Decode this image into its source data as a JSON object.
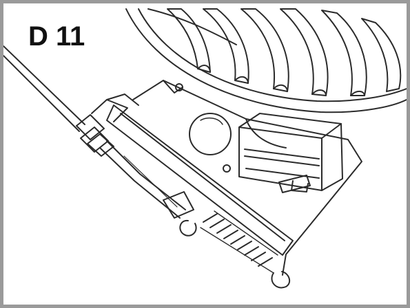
{
  "figure": {
    "label": "D 11",
    "border_color": "#9a9a9a",
    "line_color": "#2b2b2b"
  },
  "parts": [
    {
      "name": "fan-rotor-illustration"
    },
    {
      "name": "control-cable-illustration"
    },
    {
      "name": "cable-clamp-illustration"
    },
    {
      "name": "return-spring-illustration"
    },
    {
      "name": "control-bracket-illustration"
    },
    {
      "name": "terminal-block-illustration"
    }
  ]
}
